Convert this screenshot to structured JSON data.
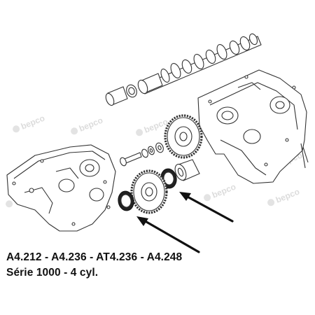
{
  "watermark": {
    "text": "bepco",
    "color": "#dcdcdc"
  },
  "caption": {
    "models": "A4.212 - A4.236 - AT4.236 - A4.248",
    "series": "Série 1000 - 4 cyl."
  },
  "colors": {
    "line": "#333333",
    "arrow": "#111111",
    "text": "#111111"
  }
}
